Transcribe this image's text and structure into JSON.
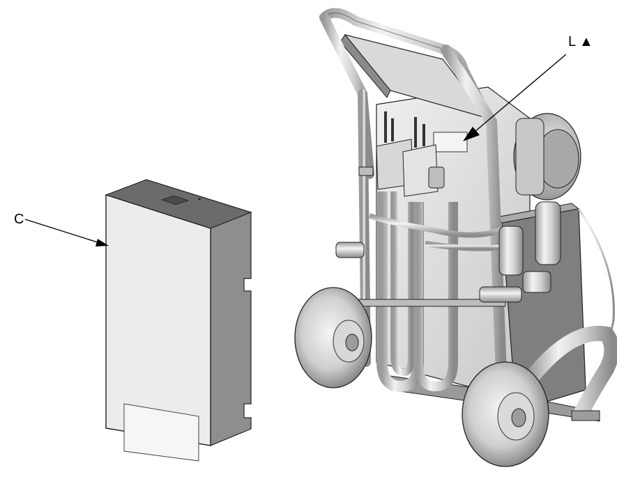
{
  "figure": {
    "callouts": [
      {
        "id": "C",
        "label": "C"
      },
      {
        "id": "L",
        "label": "L ▲"
      }
    ]
  }
}
